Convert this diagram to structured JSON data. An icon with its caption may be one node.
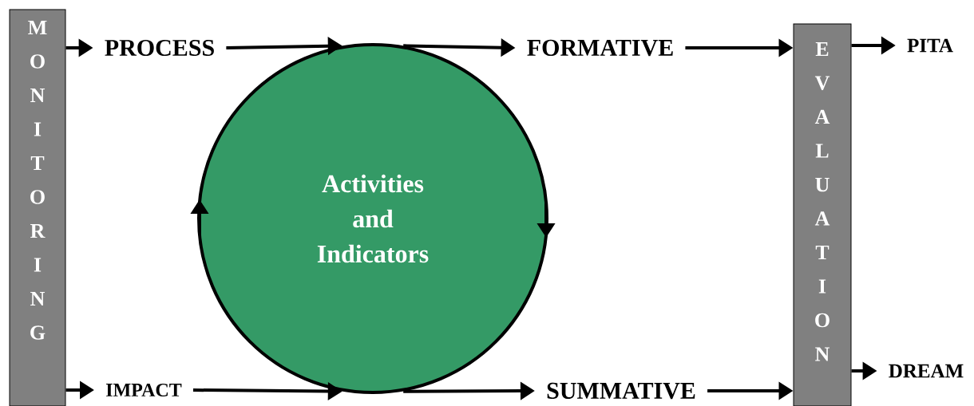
{
  "diagram": {
    "nodes": [
      {
        "text": [
          "MONITORING"
        ]
      },
      {
        "text": [
          "PROCESS"
        ]
      },
      {
        "text": [
          "IMPACT"
        ]
      },
      {
        "text": [
          "Activities and Indicators"
        ]
      },
      {
        "text": [
          "FORMATIVE"
        ]
      },
      {
        "text": [
          "SUMMATIVE"
        ]
      },
      {
        "text": [
          "EVALUATION"
        ]
      },
      {
        "text": [
          "PITA"
        ]
      },
      {
        "text": [
          "DREAM"
        ]
      }
    ],
    "edges": [
      {
        "from": 0,
        "to": 1,
        "arrow": "to"
      },
      {
        "from": 1,
        "to": 3,
        "arrow": "to"
      },
      {
        "from": 3,
        "to": 4,
        "arrow": "to"
      },
      {
        "from": 4,
        "to": 6,
        "arrow": "to"
      },
      {
        "from": 6,
        "to": 7,
        "arrow": "to"
      },
      {
        "from": 0,
        "to": 2,
        "arrow": "to"
      },
      {
        "from": 2,
        "to": 3,
        "arrow": "to"
      },
      {
        "from": 3,
        "to": 5,
        "arrow": "to"
      },
      {
        "from": 5,
        "to": 6,
        "arrow": "to"
      },
      {
        "from": 6,
        "to": 8,
        "arrow": "to"
      }
    ]
  }
}
